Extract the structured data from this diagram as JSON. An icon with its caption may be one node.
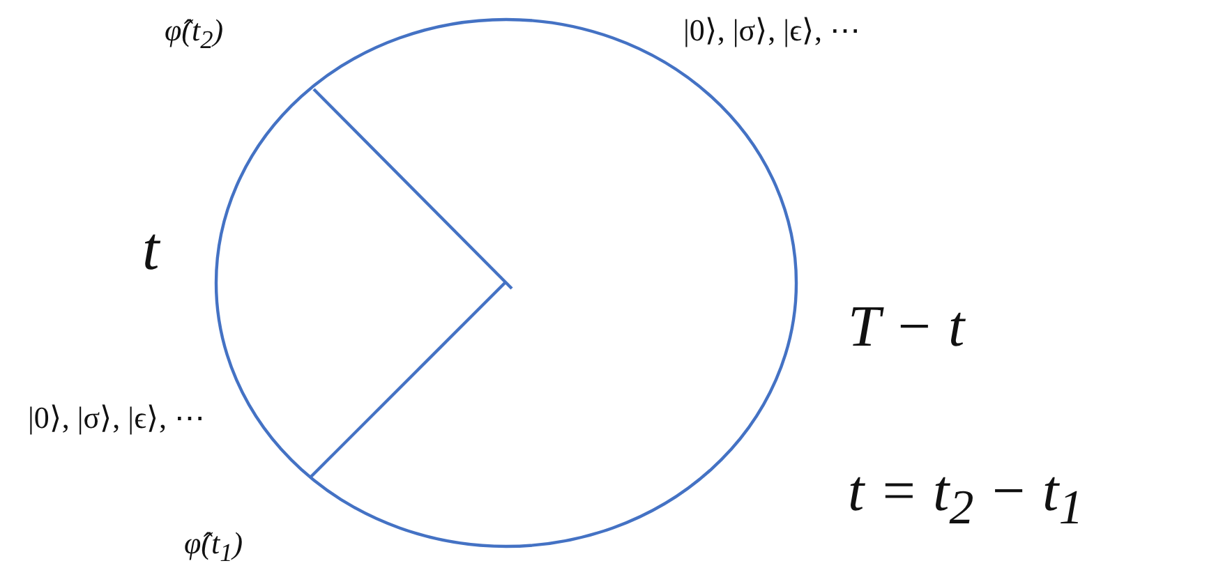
{
  "diagram": {
    "labels": [
      "φ̂(t$_{2}$)",
      "|0⟩, |σ⟩, |ϵ⟩, ⋯",
      "t",
      "|0⟩, |σ⟩, |ϵ⟩, ⋯",
      "φ̂(t$_{1}$)",
      "T − t",
      "t = t$_{2}$ − t$_{1}$"
    ]
  }
}
